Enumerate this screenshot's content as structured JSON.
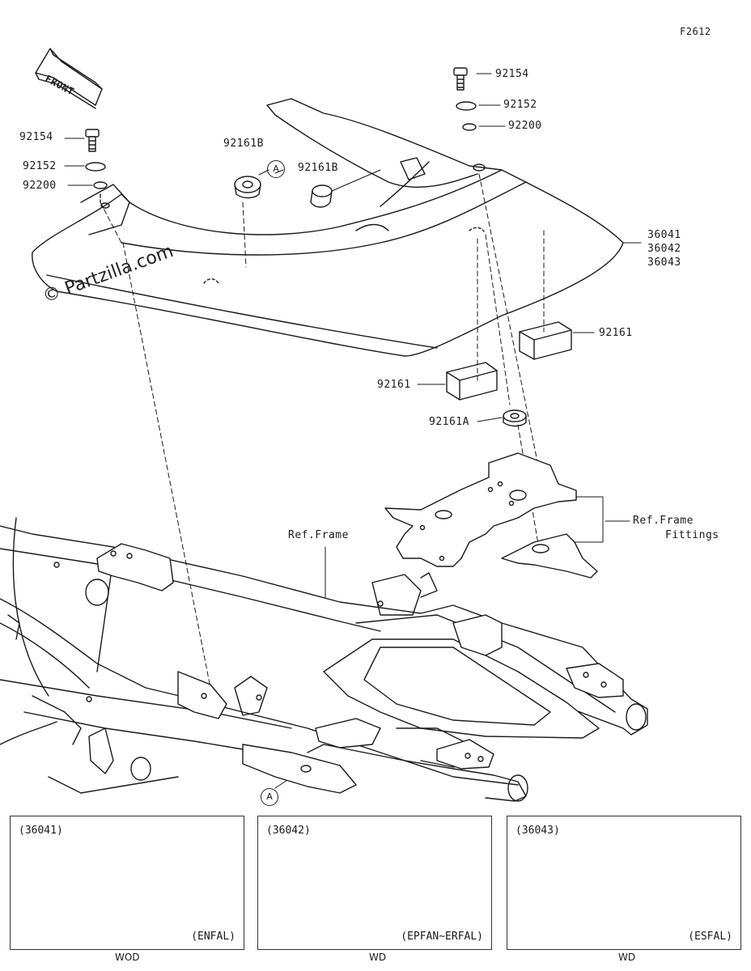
{
  "figure_code": "F2612",
  "front_label": "FRONT",
  "watermark": "© Partzilla.com",
  "callouts": {
    "a_upper": "A",
    "a_lower": "A"
  },
  "parts": {
    "left_bolt": "92154",
    "left_washer": "92152",
    "left_grommet": "92200",
    "grommet_b1": "92161B",
    "grommet_b2": "92161B",
    "right_bolt": "92154",
    "right_washer": "92152",
    "right_grommet": "92200",
    "cover_1": "36041",
    "cover_2": "36042",
    "cover_3": "36043",
    "damper_right": "92161",
    "damper_left": "92161",
    "grommet_a": "92161A"
  },
  "refs": {
    "frame": "Ref.Frame",
    "frame_fittings_line1": "Ref.Frame",
    "frame_fittings_line2": "Fittings"
  },
  "variants": [
    {
      "code": "(36041)",
      "tag": "(ENFAL)",
      "under": "WOD"
    },
    {
      "code": "(36042)",
      "tag": "(EPFAN~ERFAL)",
      "under": "WD"
    },
    {
      "code": "(36043)",
      "tag": "(ESFAL)",
      "under": "WD"
    }
  ]
}
